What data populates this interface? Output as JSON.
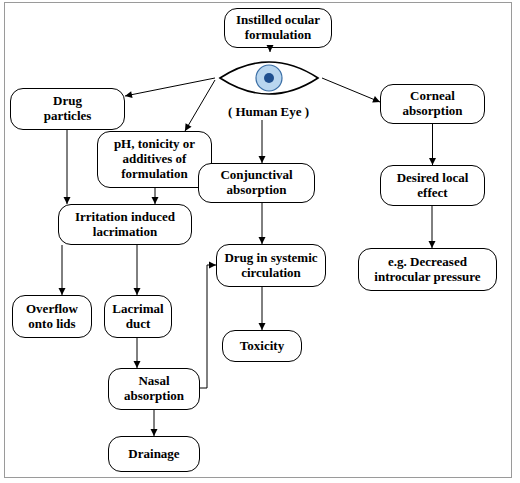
{
  "diagram": {
    "nodes": [
      {
        "text": [
          "Instilled ocular formulation"
        ]
      },
      {
        "text": [
          "( Human Eye )"
        ]
      },
      {
        "text": [
          "Drug particles"
        ]
      },
      {
        "text": [
          "pH, tonicity or additives of formulation"
        ]
      },
      {
        "text": [
          "Corneal absorption"
        ]
      },
      {
        "text": [
          "Conjunctival absorption"
        ]
      },
      {
        "text": [
          "Desired local effect"
        ]
      },
      {
        "text": [
          "Irritation induced lacrimation"
        ]
      },
      {
        "text": [
          "Drug in systemic circulation"
        ]
      },
      {
        "text": [
          "e.g. Decreased introcular pressure"
        ]
      },
      {
        "text": [
          "Overflow onto lids"
        ]
      },
      {
        "text": [
          "Lacrimal duct"
        ]
      },
      {
        "text": [
          "Toxicity"
        ]
      },
      {
        "text": [
          "Nasal absorption"
        ]
      },
      {
        "text": [
          "Drainage"
        ]
      }
    ],
    "edges": [
      {
        "from": 0,
        "to": 1,
        "arrow": "to"
      },
      {
        "from": 1,
        "to": 2,
        "arrow": "to"
      },
      {
        "from": 1,
        "to": 3,
        "arrow": "to"
      },
      {
        "from": 1,
        "to": 4,
        "arrow": "to"
      },
      {
        "from": 1,
        "to": 5,
        "arrow": "to"
      },
      {
        "from": 2,
        "to": 7,
        "arrow": "to"
      },
      {
        "from": 3,
        "to": 7,
        "arrow": "to"
      },
      {
        "from": 4,
        "to": 6,
        "arrow": "to"
      },
      {
        "from": 5,
        "to": 8,
        "arrow": "to"
      },
      {
        "from": 6,
        "to": 9,
        "arrow": "to"
      },
      {
        "from": 7,
        "to": 10,
        "arrow": "to"
      },
      {
        "from": 7,
        "to": 11,
        "arrow": "to"
      },
      {
        "from": 11,
        "to": 13,
        "arrow": "to"
      },
      {
        "from": 13,
        "to": 14,
        "arrow": "to"
      },
      {
        "from": 8,
        "to": 12,
        "arrow": "to"
      },
      {
        "from": 13,
        "to": 8,
        "arrow": "to"
      }
    ]
  }
}
